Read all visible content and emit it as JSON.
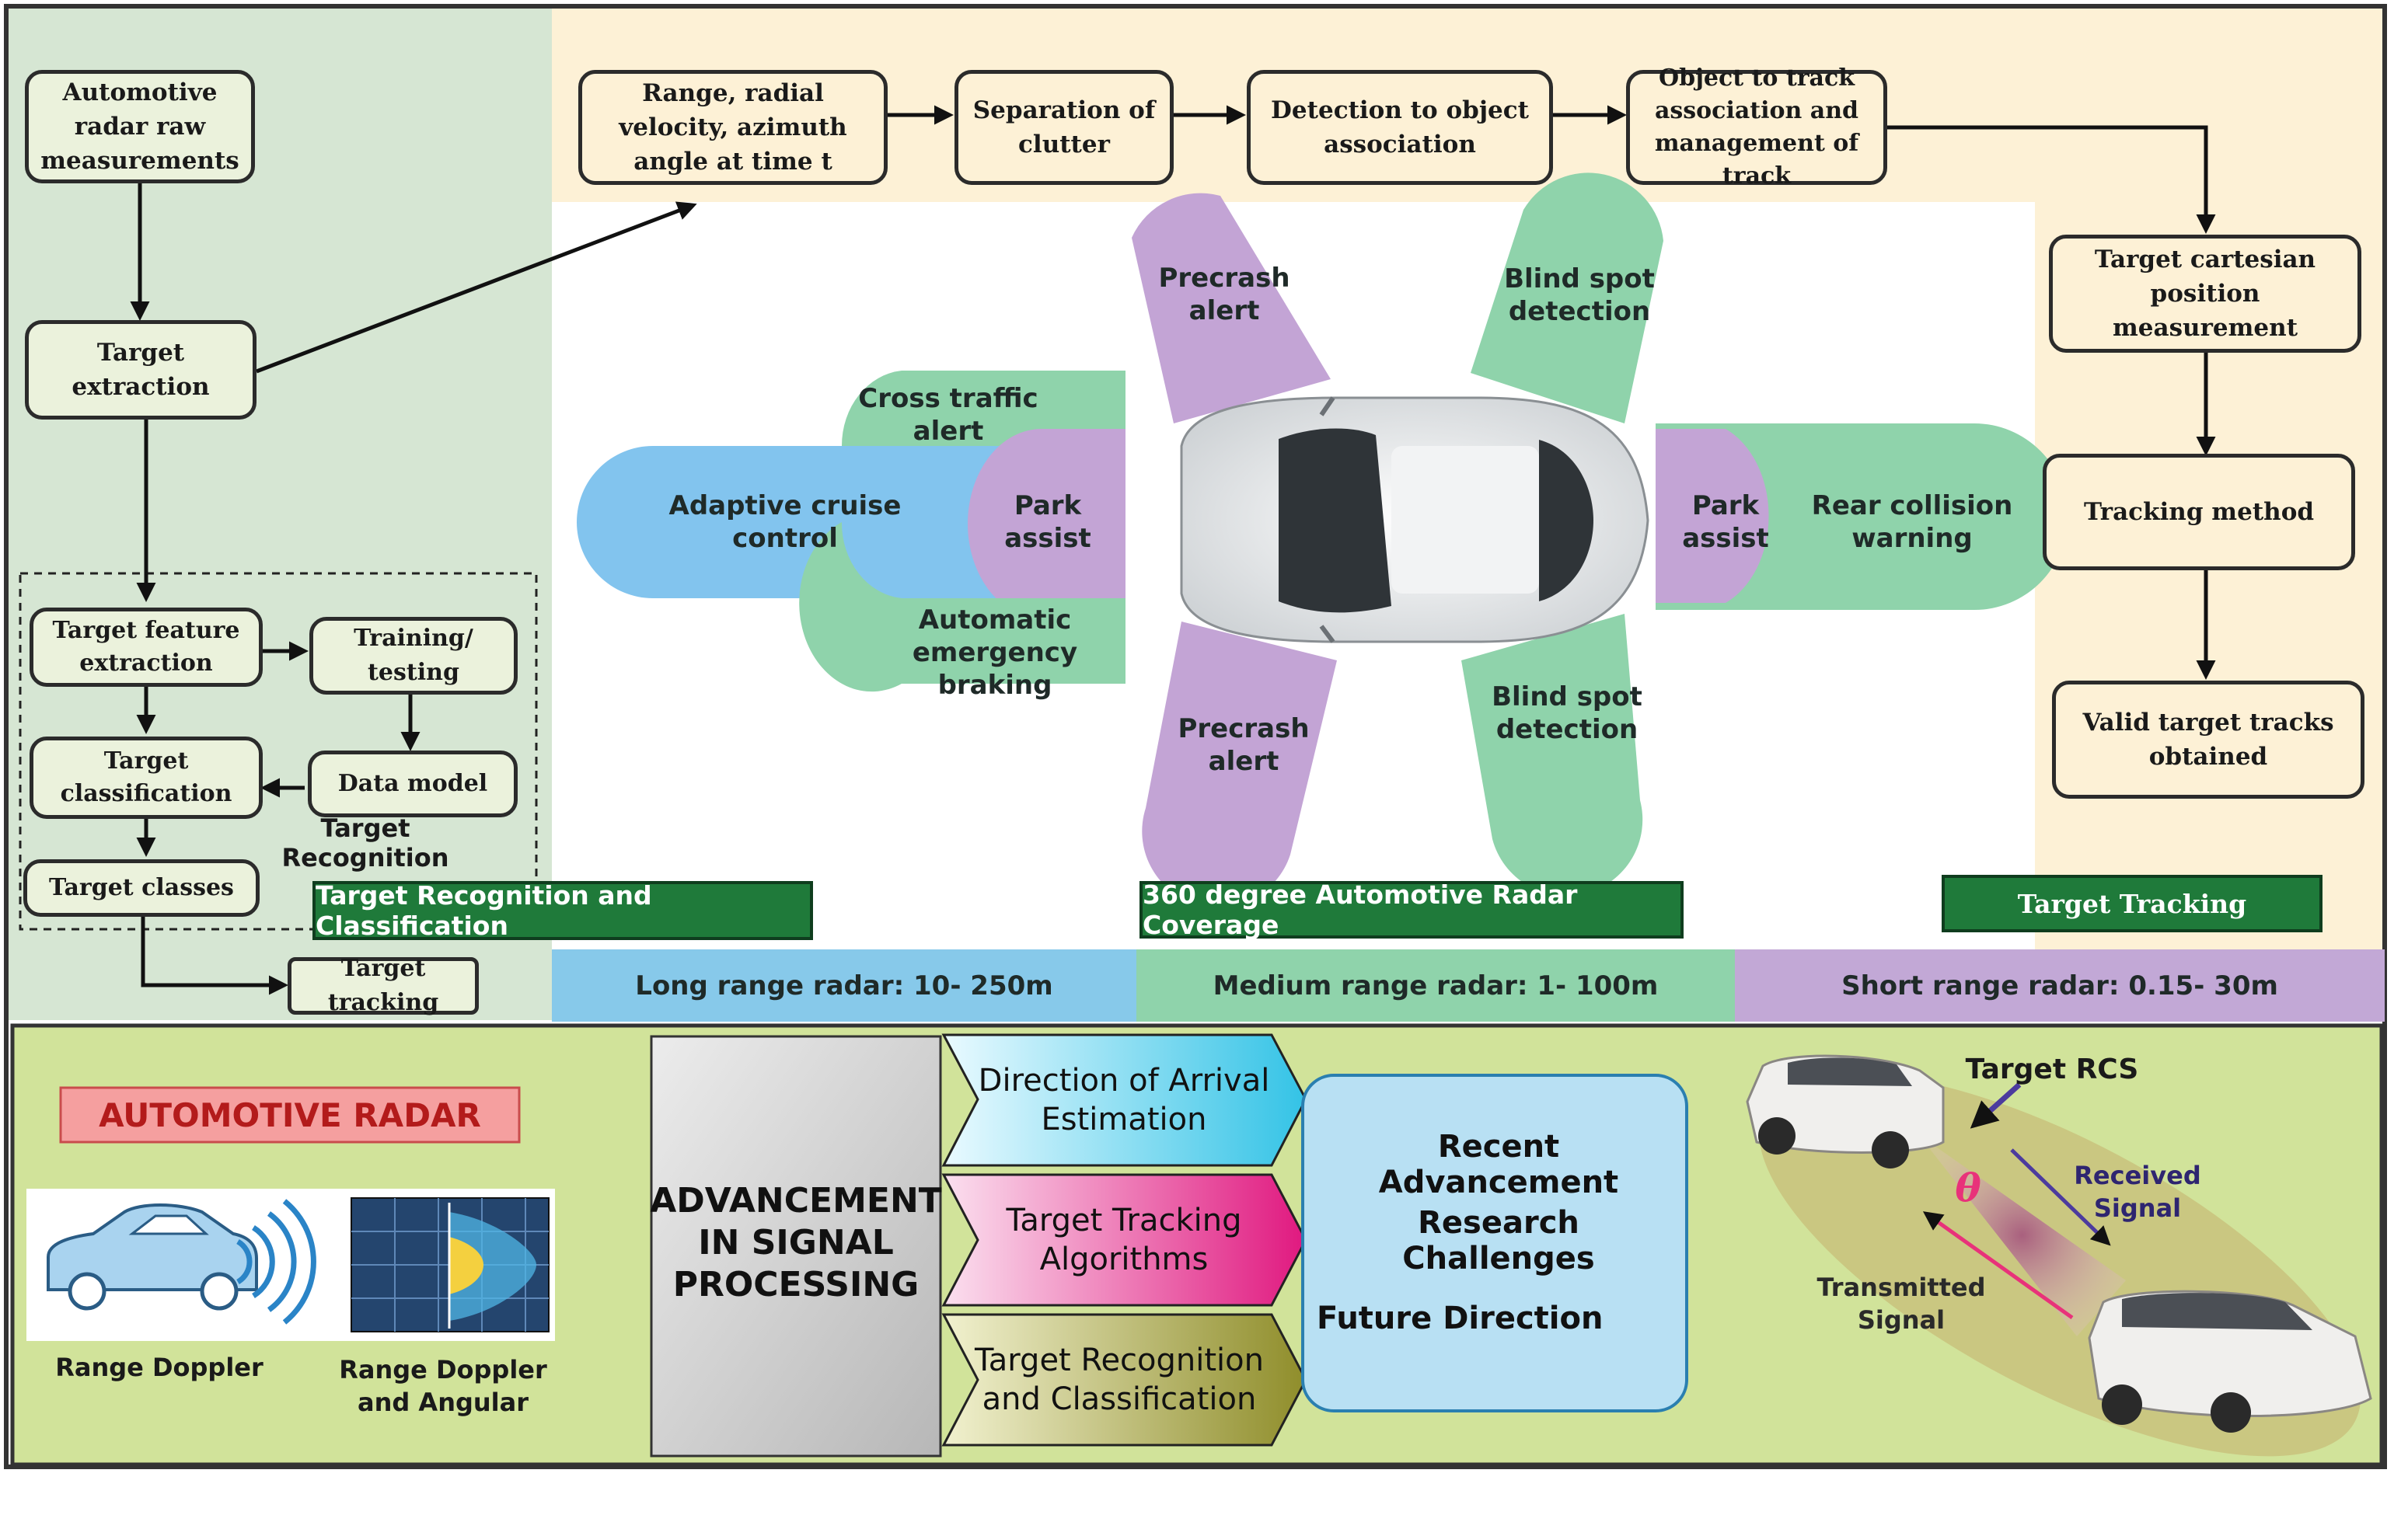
{
  "pipeline": {
    "raw_measurements": "Automotive radar raw measurements",
    "target_extraction": "Target extraction",
    "feature_extraction": "Target feature extraction",
    "training_testing": "Training/ testing",
    "target_classification": "Target classification",
    "data_model": "Data model",
    "target_recognition": "Target Recognition",
    "target_classes": "Target classes",
    "target_tracking": "Target tracking"
  },
  "tracking_flow": {
    "range_velocity": "Range, radial velocity, azimuth angle at time t",
    "separation_clutter": "Separation of clutter",
    "detection_association": "Detection to object association",
    "object_track": "Object to track association and management of track",
    "cartesian_position": "Target cartesian position measurement",
    "tracking_method": "Tracking method",
    "valid_tracks": "Valid target tracks obtained"
  },
  "coverage_zones": {
    "precrash_front": "Precrash alert",
    "blind_spot_front": "Blind spot detection",
    "cross_traffic": "Cross traffic alert",
    "adaptive_cruise": "Adaptive cruise control",
    "park_assist_front": "Park assist",
    "automatic_braking": "Automatic emergency braking",
    "park_assist_rear": "Park assist",
    "rear_collision": "Rear collision warning",
    "precrash_rear": "Precrash alert",
    "blind_spot_rear": "Blind spot detection"
  },
  "section_titles": {
    "recognition_classification": "Target Recognition and Classification",
    "coverage_360": "360 degree Automotive Radar Coverage",
    "target_tracking": "Target Tracking"
  },
  "ranges": {
    "long": "Long range radar: 10- 250m",
    "medium": "Medium range radar: 1- 100m",
    "short": "Short range radar: 0.15- 30m"
  },
  "bottom": {
    "automotive_radar": "AUTOMOTIVE RADAR",
    "range_doppler": "Range Doppler",
    "range_doppler_angular": "Range Doppler and Angular",
    "advancement": "ADVANCEMENT IN SIGNAL PROCESSING",
    "doa": "Direction of Arrival Estimation",
    "tracking_algorithms": "Target Tracking Algorithms",
    "recognition_classification": "Target Recognition and Classification",
    "recent_advancement": "Recent Advancement",
    "research_challenges": "Research Challenges",
    "future_direction": "Future Direction",
    "target_rcs": "Target RCS",
    "theta": "θ",
    "received_signal": "Received Signal",
    "transmitted_signal": "Transmitted Signal"
  },
  "colors": {
    "left_panel": "#d6e6d3",
    "tracking_panel": "#fdf1d6",
    "bottom_panel": "#d1e39a",
    "long_range": "#87c9ea",
    "medium_range": "#8fd3ab",
    "short_range": "#c2a8d6",
    "purple_zone": "#c3a4d5",
    "green_zone": "#8fd3ab",
    "blue_zone": "#82c4ee",
    "title_bar": "#1f7a3a"
  },
  "icons": [
    "car-icon",
    "radar-waves-icon",
    "radar-display-icon",
    "car-top-view-icon",
    "suv-icon"
  ]
}
